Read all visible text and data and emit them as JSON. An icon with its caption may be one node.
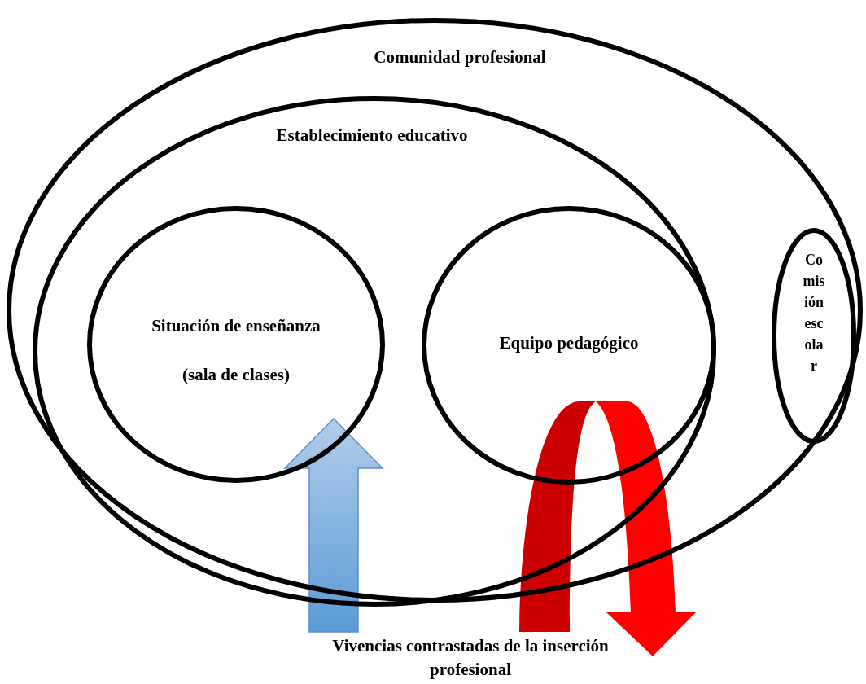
{
  "diagram": {
    "nodes": [
      {
        "text": [
          "Comunidad profesional"
        ]
      },
      {
        "text": [
          "Establecimiento educativo"
        ],
        "in": 0
      },
      {
        "text": [
          "Situación de enseñanza",
          "(sala de clases)"
        ],
        "in": 1
      },
      {
        "text": [
          "Equipo pedagógico"
        ],
        "in": 1
      },
      {
        "text": [
          "Comisión escolar"
        ],
        "in": 0
      }
    ],
    "labels": [
      "Vivencias contrastadas de la inserción profesional"
    ]
  }
}
